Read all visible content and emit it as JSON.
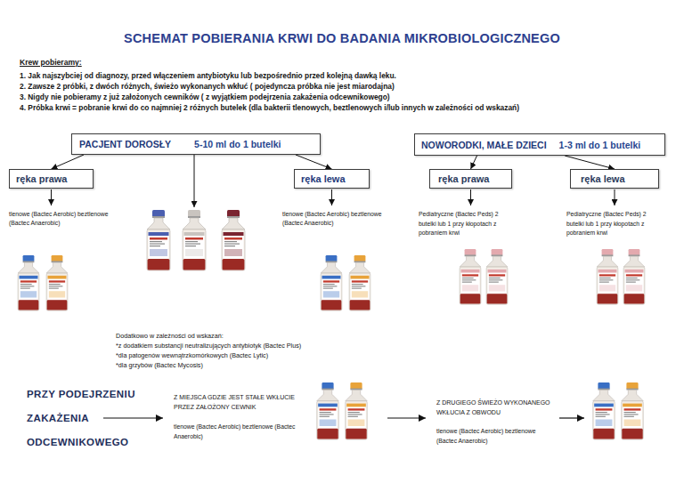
{
  "diagram": {
    "title": "SCHEMAT POBIERANIA KRWI DO BADANIA MIKROBIOLOGICZNEGO",
    "nodes": [
      {
        "text": [
          "PACJENT DOROSŁY",
          "5-10 ml do 1 butelki"
        ]
      },
      {
        "text": [
          "ręka prawa"
        ]
      },
      {
        "text": [
          "ręka lewa"
        ]
      },
      {
        "text": [
          "NOWORODKI, MAŁE DZIECI",
          "1-3 ml do 1 butelki"
        ]
      },
      {
        "text": [
          "ręka prawa"
        ]
      },
      {
        "text": [
          "ręka lewa"
        ]
      }
    ],
    "edges": [
      {
        "from": 0,
        "to": 1,
        "arrow": "to"
      },
      {
        "from": 0,
        "to": 2,
        "arrow": "to"
      },
      {
        "from": 3,
        "to": 4,
        "arrow": "to"
      },
      {
        "from": 3,
        "to": 5,
        "arrow": "to"
      }
    ],
    "labels": [
      "Krew pobieramy:",
      "1. Jak najszybciej od diagnozy, przed włączeniem antybiotyku lub bezpośrednio przed kolejną dawką leku.",
      "2. Zawsze 2 próbki, z dwóch różnych, świeżo wykonanych wkłuć ( pojedyncza próbka nie jest miarodajna)",
      "3. Nigdy nie pobieramy z już założonych cewników ( z wyjątkiem podejrzenia zakażenia odcewnikowego)",
      "4. Próbka krwi = pobranie krwi do co najmniej 2 różnych butelek (dla bakterii tlenowych, beztlenowych i/lub innych w zależności od wskazań)",
      "tlenowe (Bactec Aerobic) beztlenowe (Bactec Anaerobic)",
      "tlenowe (Bactec Aerobic) beztlenowe (Bactec Anaerobic)",
      "Pediatryczne (Bactec Peds) 2 butelki lub 1 przy kłopotach z pobraniem krwi",
      "Pediatryczne (Bactec Peds) 2 butelki lub 1 przy kłopotach z pobraniem krwi",
      "Dodatkowo w zależności od wskazań:",
      "*z dodatkiem substancji neutralizujących antybiotyk (Bactec Plus)",
      "*dla patogenów wewnątrzkomórkowych (Bactec Lytic)",
      "*dla grzybów (Bactec Mycosis)",
      "PRZY PODEJRZENIU ZAKAŻENIA ODCEWNIKOWEGO",
      "Z MIEJSCA GDZIE JEST STAŁE WKŁUCIE PRZEZ ZAŁOŻONY CEWNIK",
      "tlenowe (Bactec Aerobic) beztlenowe (Bactec Anaerobic)",
      "Z DRUGIEGO ŚWIEŻO WYKONANEGO WKŁUCIA Z OBWODU",
      "tlenowe (Bactec Aerobic) beztlenowe (Bactec Anaerobic)"
    ]
  }
}
